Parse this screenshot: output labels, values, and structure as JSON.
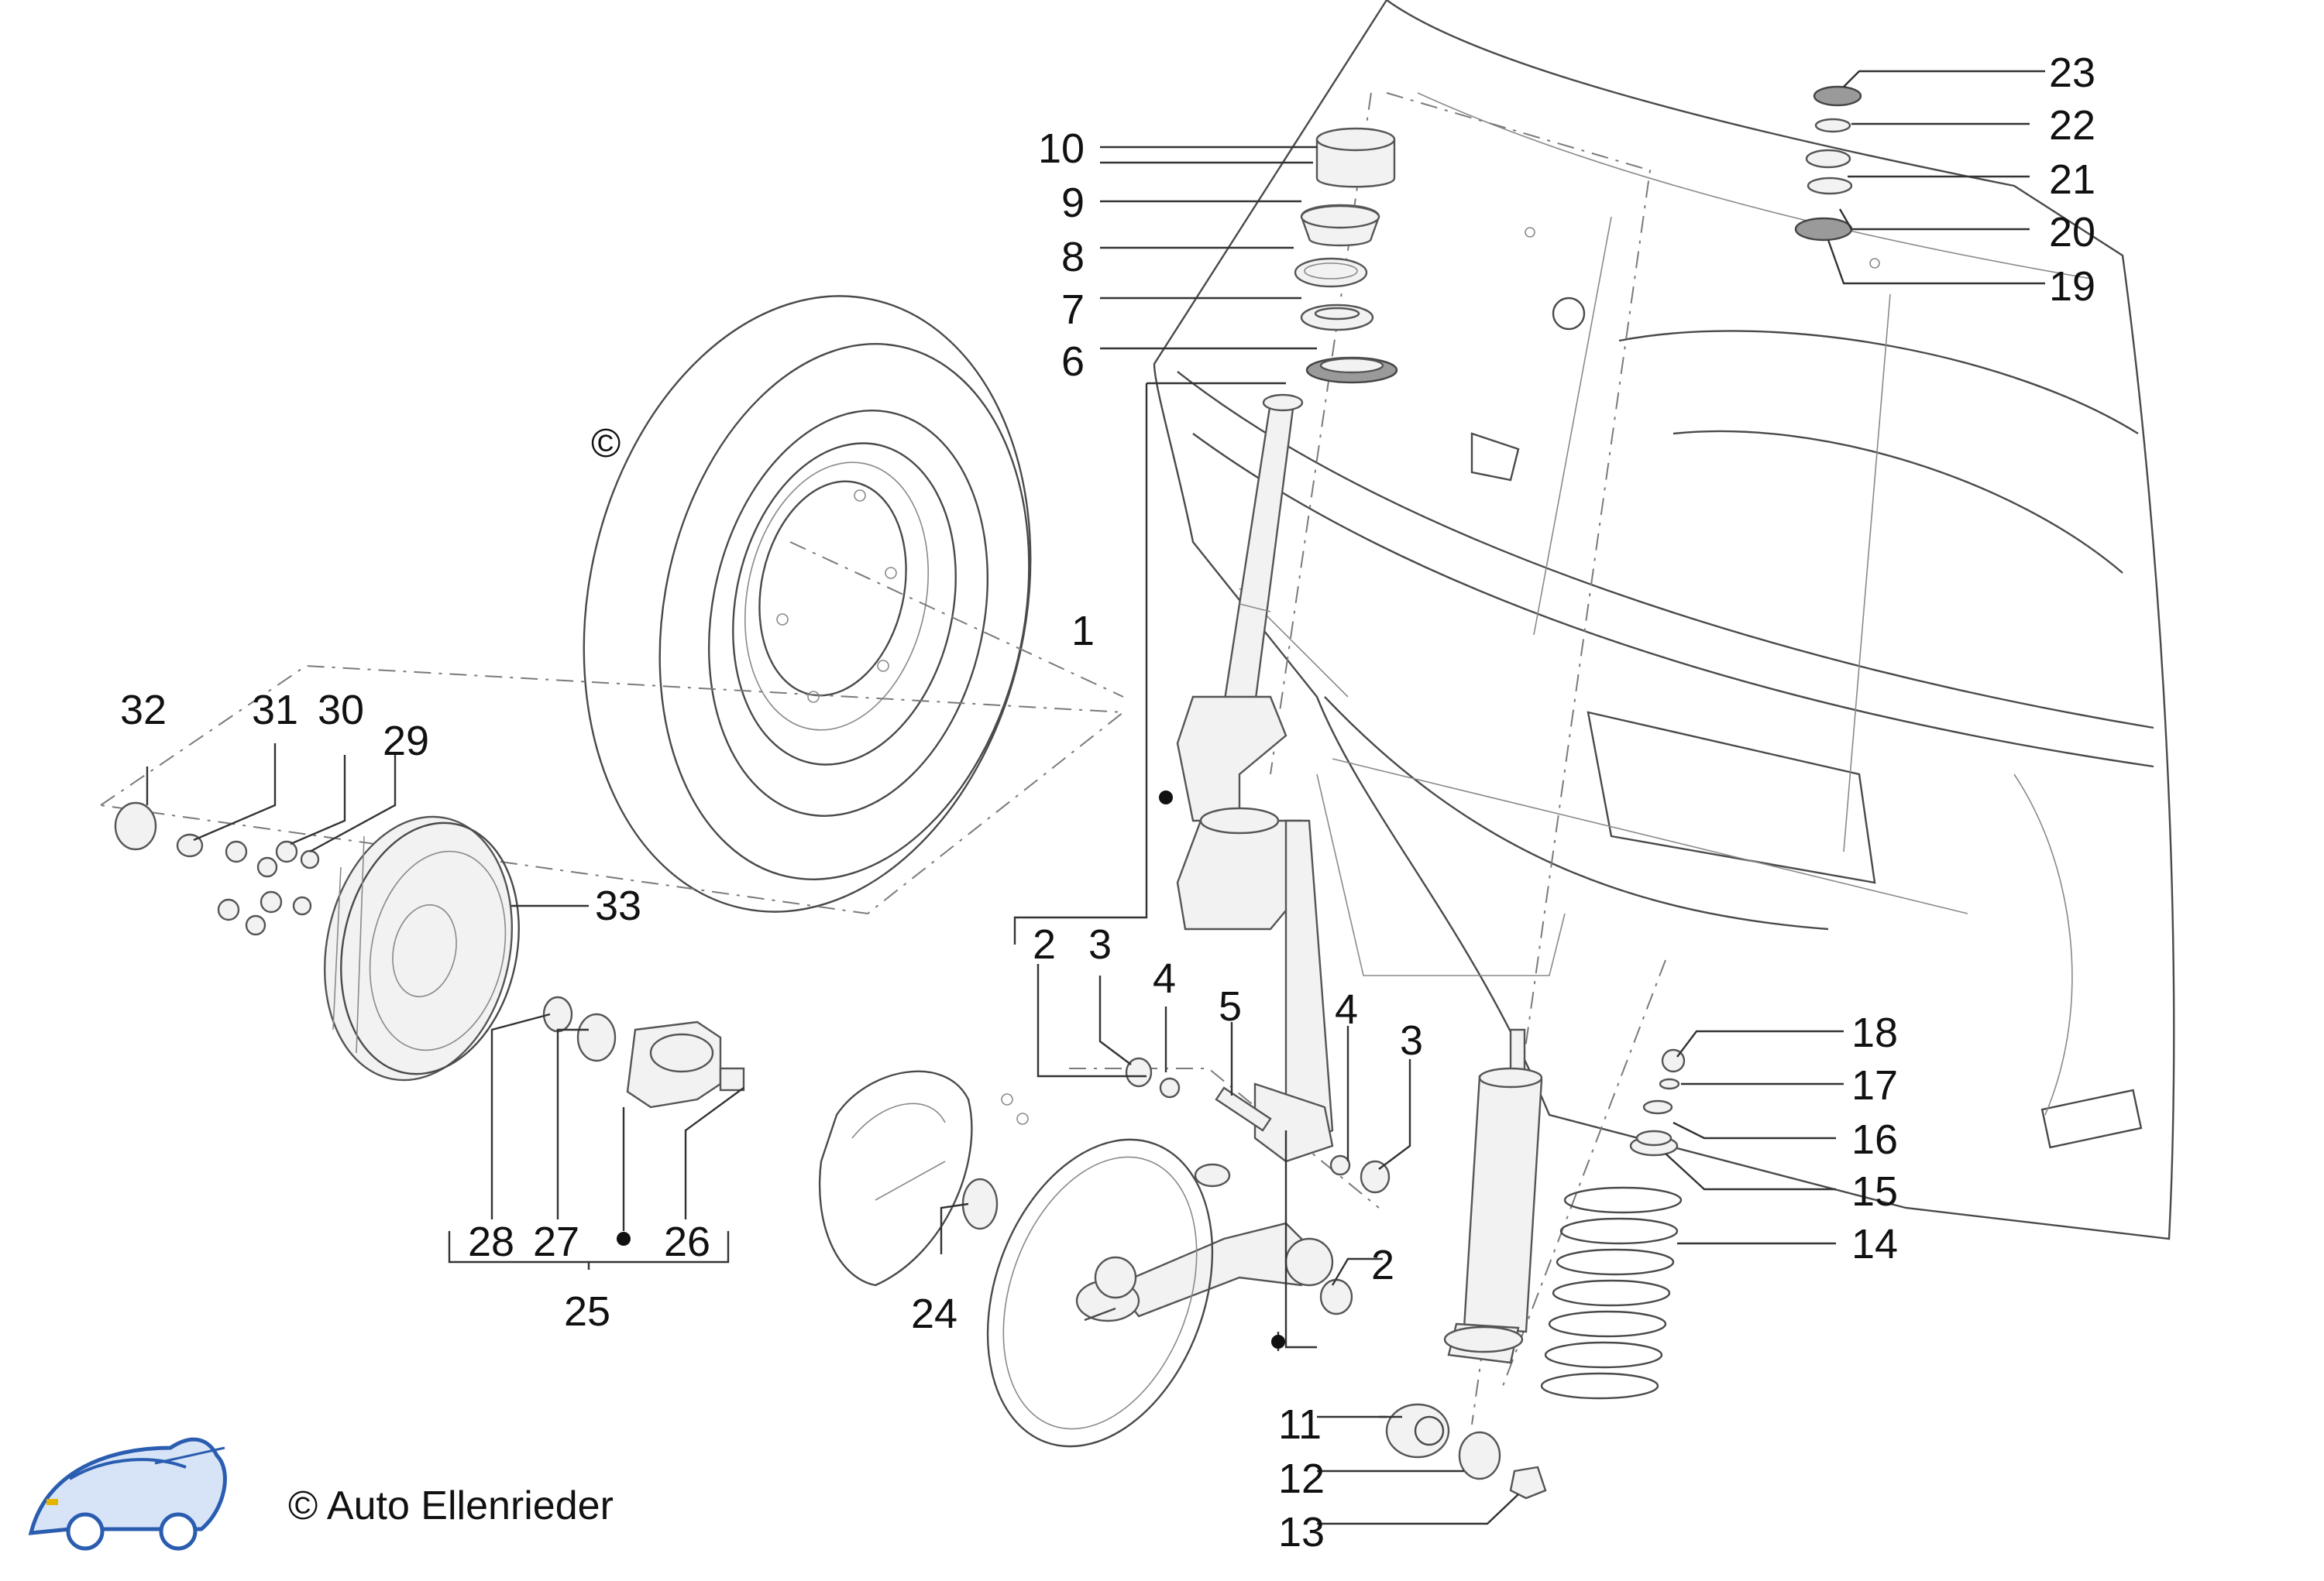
{
  "callouts": [
    {
      "n": "1"
    },
    {
      "n": "2"
    },
    {
      "n": "2"
    },
    {
      "n": "3"
    },
    {
      "n": "3"
    },
    {
      "n": "4"
    },
    {
      "n": "4"
    },
    {
      "n": "5"
    },
    {
      "n": "6"
    },
    {
      "n": "7"
    },
    {
      "n": "8"
    },
    {
      "n": "9"
    },
    {
      "n": "10"
    },
    {
      "n": "11"
    },
    {
      "n": "12"
    },
    {
      "n": "13"
    },
    {
      "n": "14"
    },
    {
      "n": "15"
    },
    {
      "n": "16"
    },
    {
      "n": "17"
    },
    {
      "n": "18"
    },
    {
      "n": "19"
    },
    {
      "n": "20"
    },
    {
      "n": "21"
    },
    {
      "n": "22"
    },
    {
      "n": "23"
    },
    {
      "n": "24"
    },
    {
      "n": "25"
    },
    {
      "n": "26"
    },
    {
      "n": "27"
    },
    {
      "n": "28"
    },
    {
      "n": "29"
    },
    {
      "n": "30"
    },
    {
      "n": "31"
    },
    {
      "n": "32"
    },
    {
      "n": "33"
    }
  ],
  "wheel_copyright_mark": "©",
  "footer": {
    "copyright_text": "© Auto Ellenrieder",
    "logo": "car-logo-icon"
  },
  "colors": {
    "line": "#4a4a4a",
    "text": "#111111",
    "logo_blue": "#2a5db0"
  }
}
